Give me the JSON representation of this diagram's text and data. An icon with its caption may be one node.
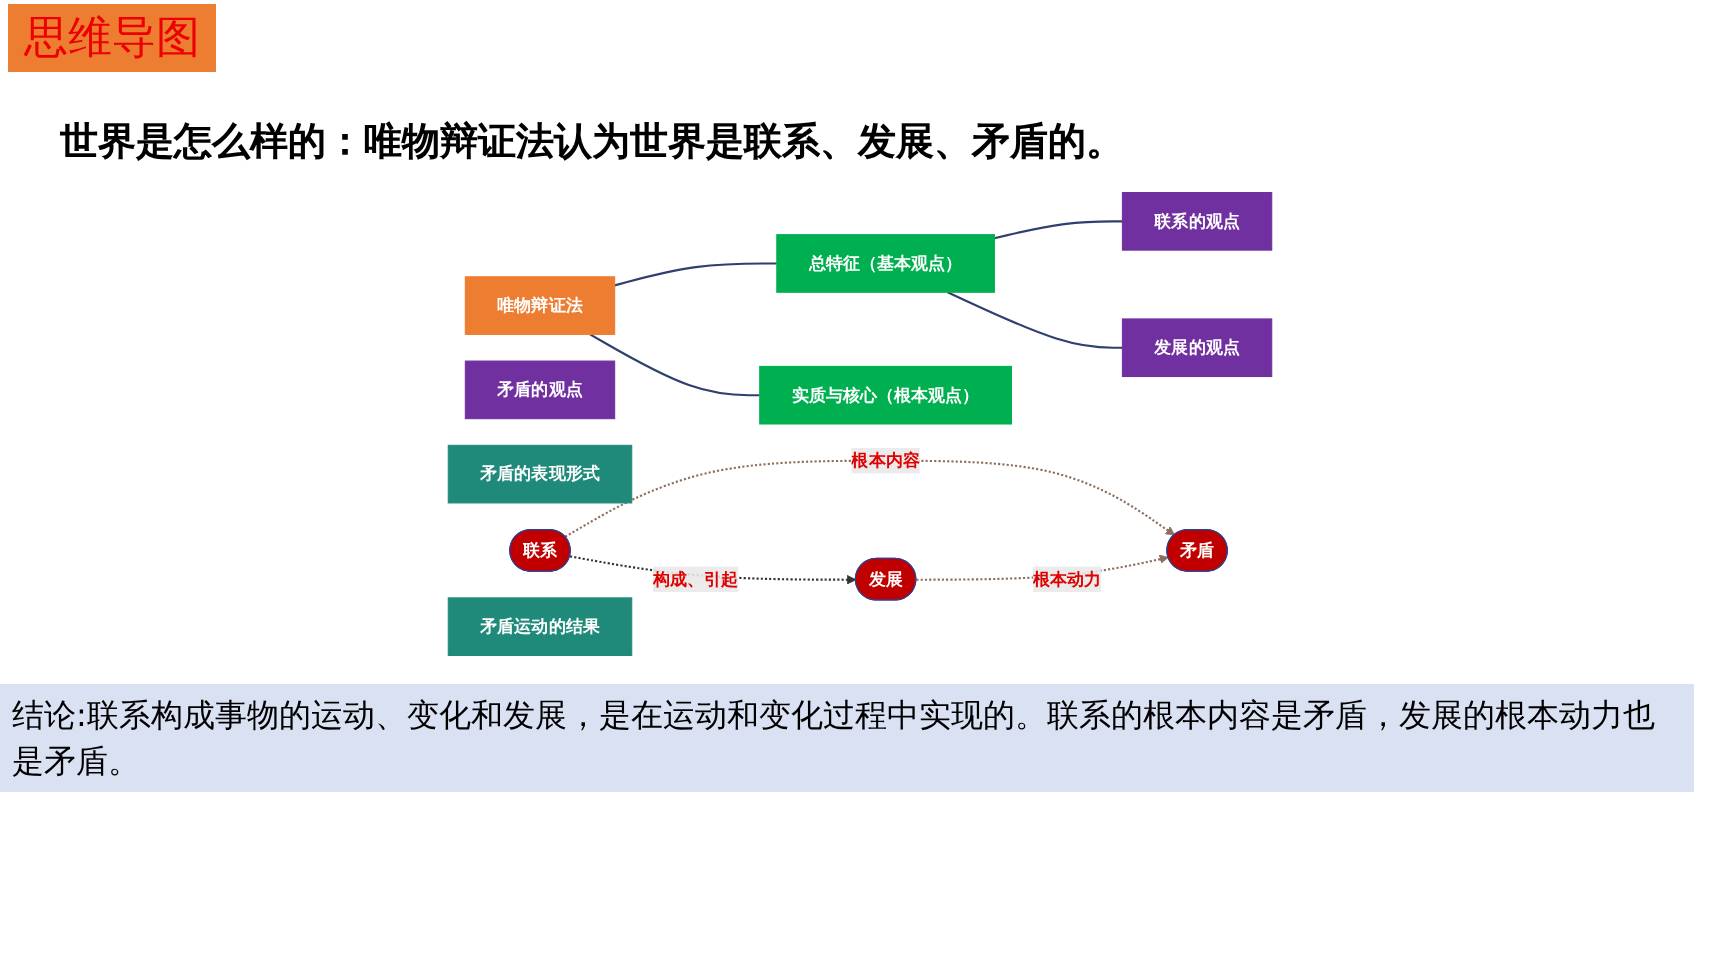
{
  "diagram": {
    "title": "思维导图",
    "nodes": [
      {
        "text": [
          "唯物辩证法"
        ]
      },
      {
        "text": [
          "总特征（基本观点）"
        ]
      },
      {
        "text": [
          "实质与核心（根本观点）"
        ]
      },
      {
        "text": [
          "联系的观点"
        ]
      },
      {
        "text": [
          "发展的观点"
        ]
      },
      {
        "text": [
          "矛盾的观点"
        ]
      },
      {
        "text": [
          "矛盾的表现形式"
        ]
      },
      {
        "text": [
          "联系"
        ]
      },
      {
        "text": [
          "矛盾运动的结果"
        ]
      },
      {
        "text": [
          "发展"
        ]
      },
      {
        "text": [
          "矛盾"
        ]
      }
    ],
    "edges": [
      {
        "from": 0,
        "to": 1,
        "arrow": "none"
      },
      {
        "from": 0,
        "to": 2,
        "arrow": "none"
      },
      {
        "from": 1,
        "to": 3,
        "arrow": "none"
      },
      {
        "from": 1,
        "to": 4,
        "arrow": "none"
      },
      {
        "from": 7,
        "to": 9,
        "arrow": "to",
        "label": "构成、引起",
        "style": "dashed",
        "color": "#333333"
      },
      {
        "from": 7,
        "to": 10,
        "arrow": "to",
        "label": "根本内容",
        "style": "dashed",
        "color": "#8b6f5e"
      },
      {
        "from": 9,
        "to": 10,
        "arrow": "to",
        "label": "根本动力",
        "style": "dashed",
        "color": "#8b6f5e"
      }
    ],
    "labels": [
      "世界是怎么样的：唯物辩证法认为世界是联系、发展、矛盾的。",
      "结论:联系构成事物的运动、变化和发展，是在运动和变化过程中实现的。联系的根本内容是矛盾，发展的根本动力也是矛盾。"
    ]
  }
}
